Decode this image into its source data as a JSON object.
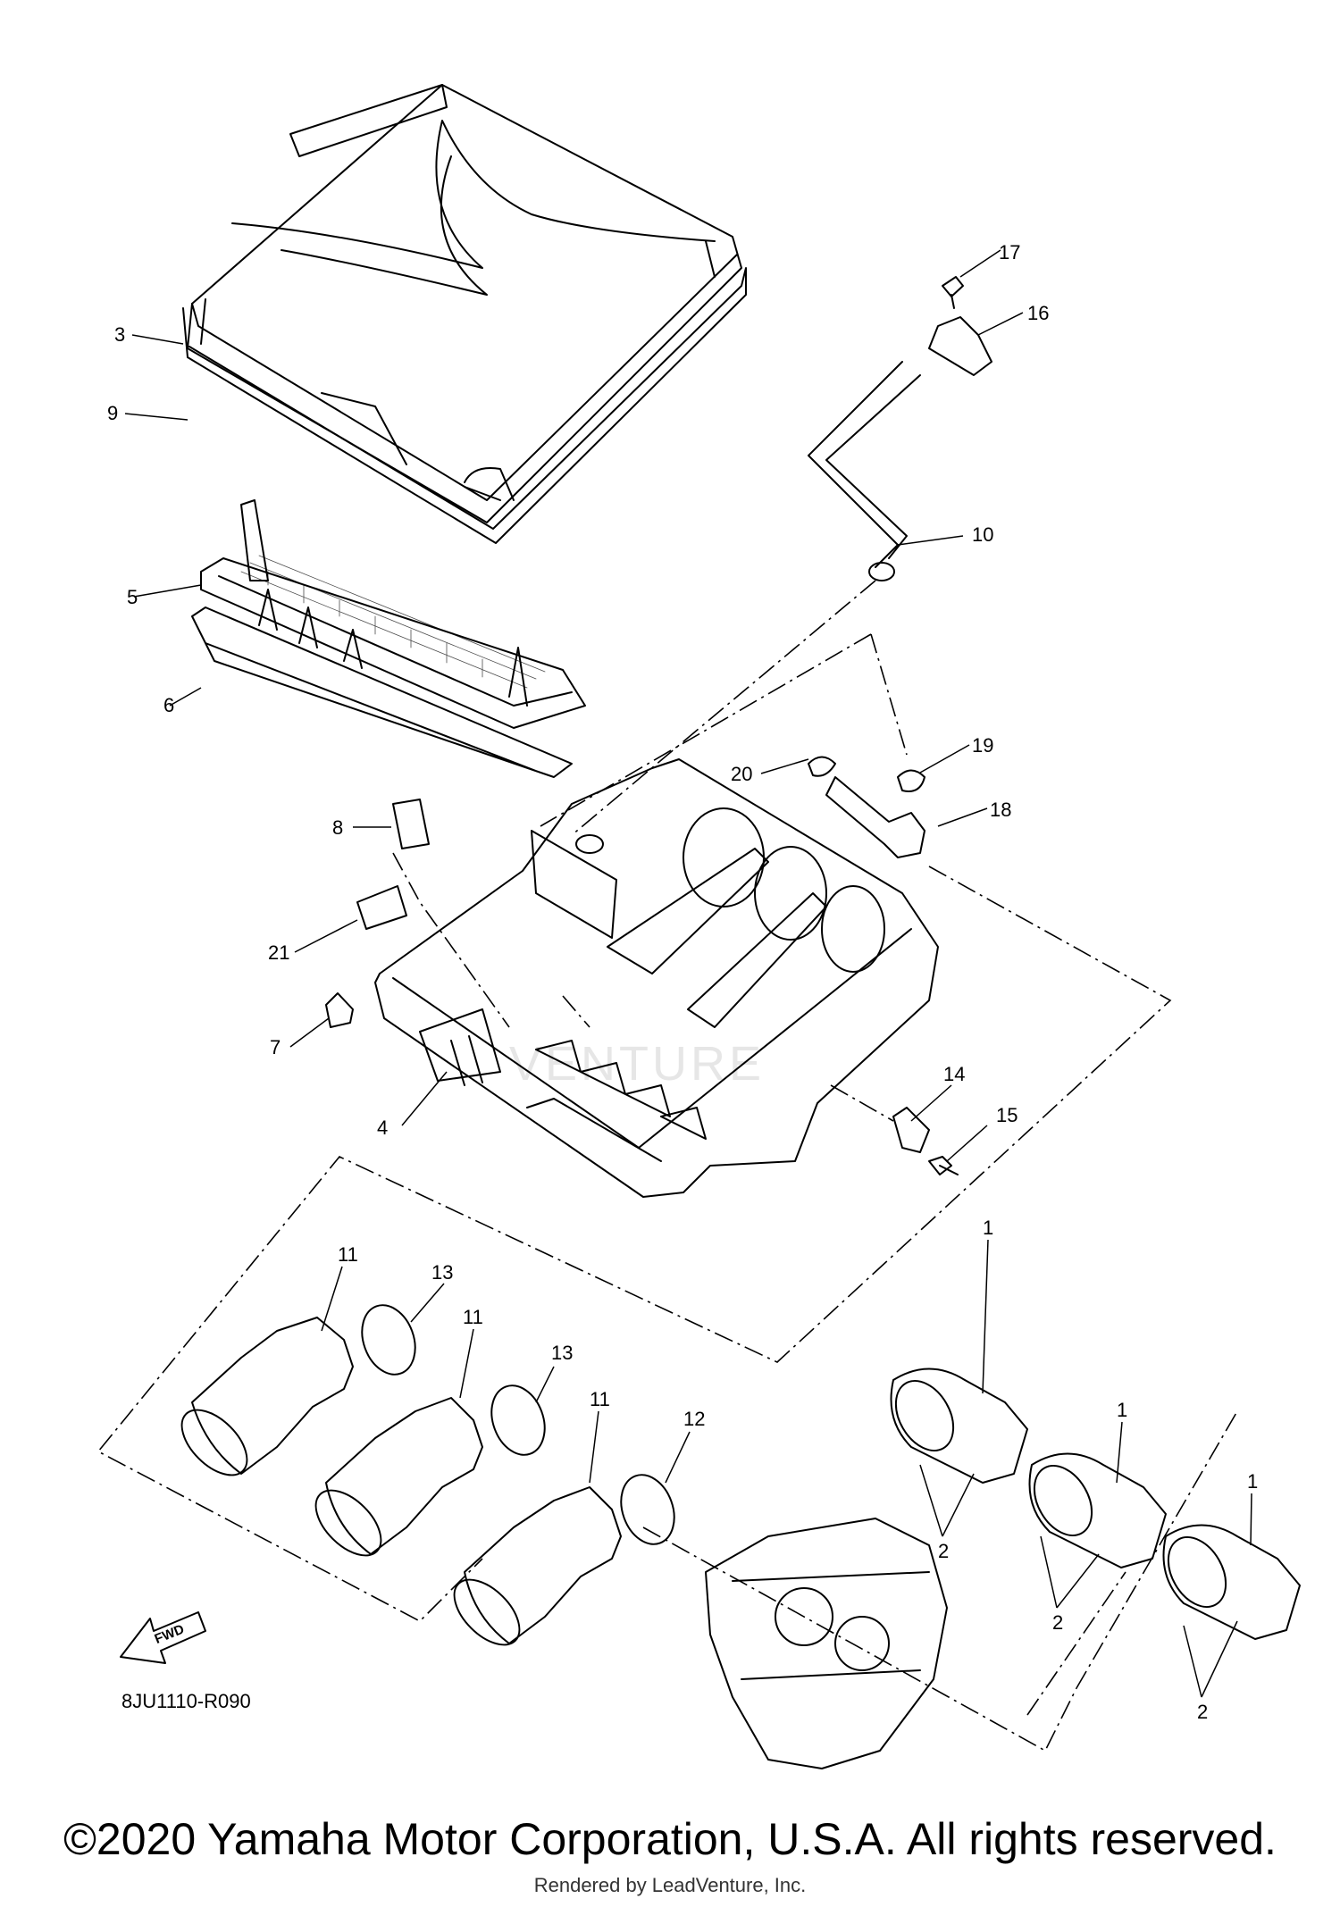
{
  "diagram": {
    "code": "8JU1110-R090",
    "fwd_label": "FWD",
    "watermark": "VENTURE",
    "labels": {
      "p1a": "1",
      "p1b": "1",
      "p1c": "1",
      "p2a": "2",
      "p2b": "2",
      "p2c": "2",
      "p3": "3",
      "p4": "4",
      "p5": "5",
      "p6": "6",
      "p7": "7",
      "p8": "8",
      "p9": "9",
      "p10": "10",
      "p11a": "11",
      "p11b": "11",
      "p11c": "11",
      "p12": "12",
      "p13a": "13",
      "p13b": "13",
      "p14": "14",
      "p15": "15",
      "p16": "16",
      "p17": "17",
      "p18": "18",
      "p19": "19",
      "p20": "20",
      "p21": "21"
    }
  },
  "footer": {
    "copyright": "©2020 Yamaha Motor Corporation, U.S.A. All rights reserved.",
    "rendered_by": "Rendered by LeadVenture, Inc."
  }
}
